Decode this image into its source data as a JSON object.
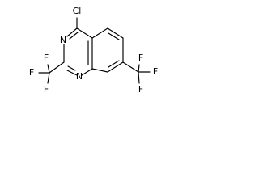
{
  "structure": {
    "atoms": {
      "chlorine": "Cl",
      "nitrogen_top": "N",
      "nitrogen_bottom": "N",
      "fluorine_left_top": "F",
      "fluorine_left_mid": "F",
      "fluorine_left_bottom": "F",
      "fluorine_right_top": "F",
      "fluorine_right_mid": "F",
      "fluorine_right_bottom": "F"
    }
  }
}
